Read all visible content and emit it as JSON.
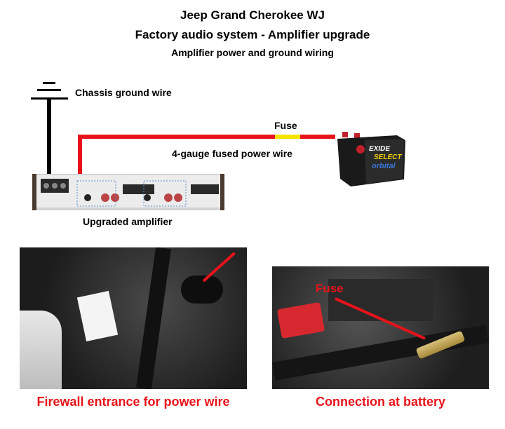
{
  "title": {
    "line1": "Jeep Grand Cherokee WJ",
    "line2": "Factory audio system - Amplifier upgrade",
    "line3": "Amplifier power and ground wiring"
  },
  "diagram": {
    "ground_label": "Chassis ground wire",
    "fuse_label": "Fuse",
    "power_wire_label": "4-gauge fused power wire",
    "amplifier_label": "Upgraded amplifier",
    "battery_brand": "EXIDE",
    "battery_model": "SELECT",
    "battery_line": "orbital",
    "colors": {
      "power_wire": "#e8131a",
      "ground_wire": "#000000",
      "fuse": "#f5e400"
    }
  },
  "photos": {
    "left_caption": "Firewall entrance for power wire",
    "right_caption": "Connection at battery",
    "right_annotation": "Fuse"
  }
}
